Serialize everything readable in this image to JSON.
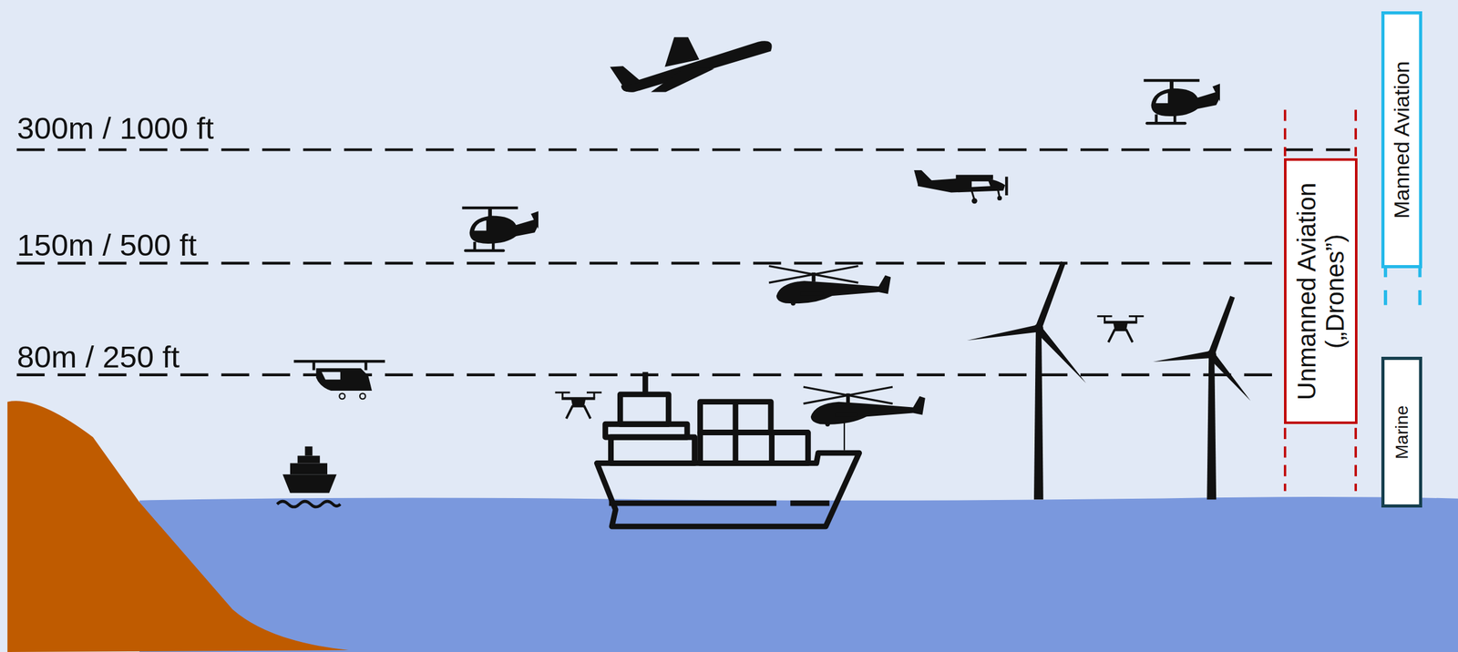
{
  "diagram": {
    "nodes": [
      {
        "text": [
          "Manned Aviation"
        ]
      },
      {
        "text": [
          "Unmanned Aviation („Drones”)"
        ]
      },
      {
        "text": [
          "Marine"
        ]
      }
    ],
    "labels": [
      "300m / 1000 ft",
      "150m / 500 ft",
      "80m / 250 ft"
    ]
  }
}
